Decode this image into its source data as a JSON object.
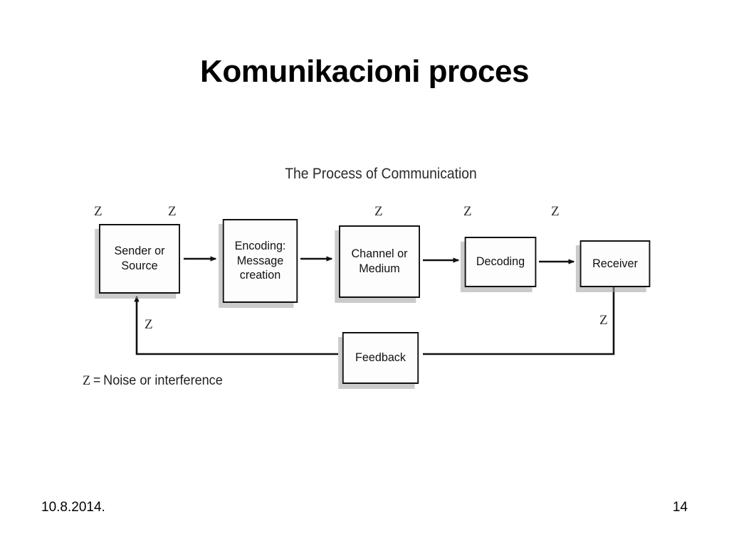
{
  "slide": {
    "title": "Komunikacioni proces",
    "footer_date": "10.8.2014.",
    "page_number": "14"
  },
  "figure": {
    "caption": "The Process of Communication",
    "nodes": [
      {
        "id": "sender",
        "label": "Sender or\nSource"
      },
      {
        "id": "encoding",
        "label": "Encoding:\nMessage\ncreation"
      },
      {
        "id": "channel",
        "label": "Channel or\nMedium"
      },
      {
        "id": "decoding",
        "label": "Decoding"
      },
      {
        "id": "receiver",
        "label": "Receiver"
      },
      {
        "id": "feedback",
        "label": "Feedback"
      }
    ],
    "noise_markers": [
      {
        "id": "noise-1",
        "label": "Z"
      },
      {
        "id": "noise-2",
        "label": "Z"
      },
      {
        "id": "noise-3",
        "label": "Z"
      },
      {
        "id": "noise-4",
        "label": "Z"
      },
      {
        "id": "noise-5",
        "label": "Z"
      },
      {
        "id": "noise-6",
        "label": "Z"
      },
      {
        "id": "noise-7",
        "label": "Z"
      }
    ],
    "legend": {
      "symbol": "Z",
      "equals": "=",
      "text": "Noise or interference"
    },
    "colors": {
      "stroke": "#111111",
      "box_fill": "#fdfdfd",
      "shadow": "#a0a0a0",
      "text": "#111111"
    }
  }
}
